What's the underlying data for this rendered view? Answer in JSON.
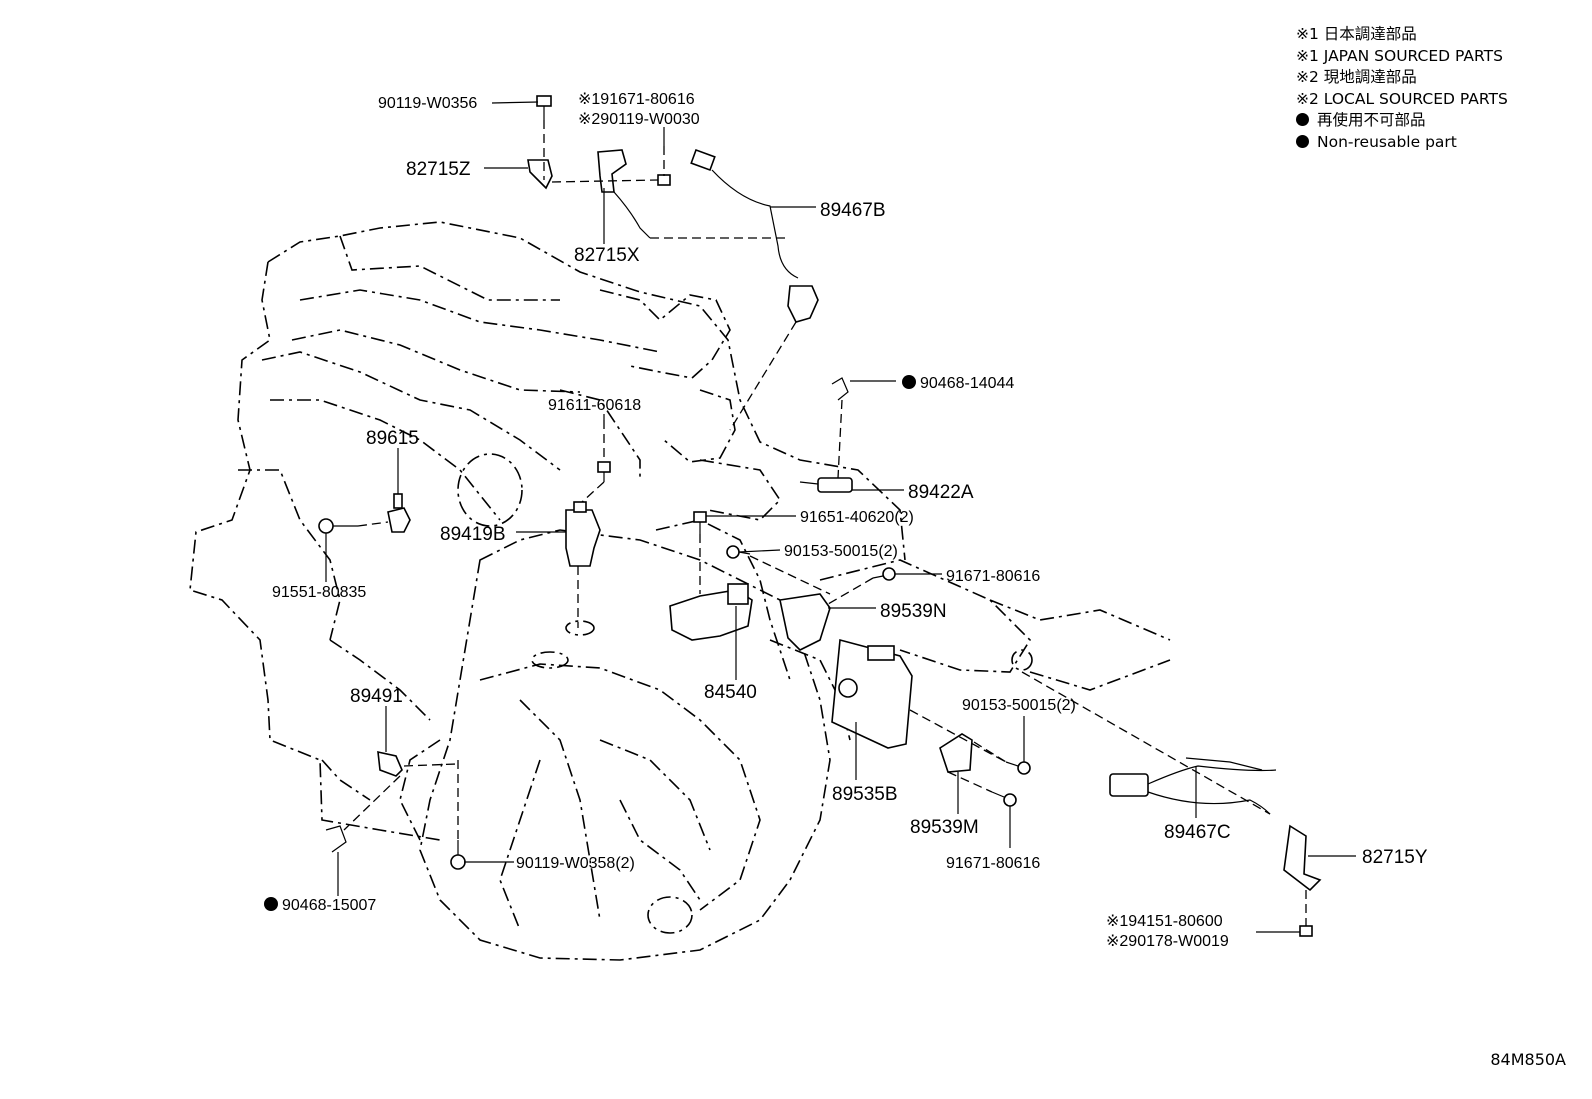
{
  "legend": [
    "※1 日本調達部品",
    "※1 JAPAN SOURCED PARTS",
    "※2 現地調達部品",
    "※2 LOCAL SOURCED PARTS",
    "再使用不可部品",
    "Non-reusable part"
  ],
  "illustration_code": "84M850A",
  "parts": {
    "p_90119_W0356": "90119-W0356",
    "p_82715Z": "82715Z",
    "p_191671_80616": "※191671-80616",
    "p_290119_W0030": "※290119-W0030",
    "p_82715X": "82715X",
    "p_89467B": "89467B",
    "p_90468_14044": "90468-14044",
    "p_89422A": "89422A",
    "p_91611_60618": "91611-60618",
    "p_89615": "89615",
    "p_89419B": "89419B",
    "p_91551_80835": "91551-80835",
    "p_91651_40620": "91651-40620(2)",
    "p_90153_50015_a": "90153-50015(2)",
    "p_91671_80616_a": "91671-80616",
    "p_89539N": "89539N",
    "p_84540": "84540",
    "p_90153_50015_b": "90153-50015(2)",
    "p_89491": "89491",
    "p_89535B": "89535B",
    "p_89539M": "89539M",
    "p_91671_80616_b": "91671-80616",
    "p_89467C": "89467C",
    "p_82715Y": "82715Y",
    "p_90119_W0358": "90119-W0358(2)",
    "p_90468_15007": "90468-15007",
    "p_194151_80600": "※194151-80600",
    "p_290178_W0019": "※290178-W0019"
  }
}
